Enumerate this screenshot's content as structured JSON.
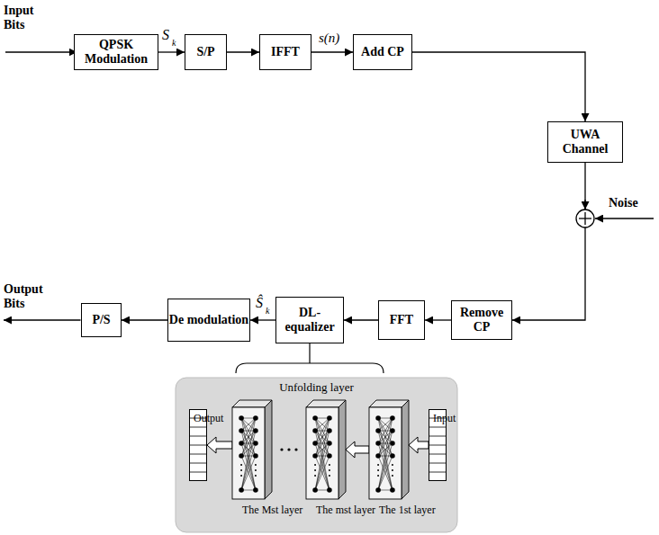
{
  "diagram": {
    "nodes": [
      {
        "text": [
          "QPSK Modulation"
        ]
      },
      {
        "text": [
          "S/P"
        ]
      },
      {
        "text": [
          "IFFT"
        ]
      },
      {
        "text": [
          "Add CP"
        ]
      },
      {
        "text": [
          "UWA Channel"
        ]
      },
      {
        "text": [
          "Remove CP"
        ]
      },
      {
        "text": [
          "FFT"
        ]
      },
      {
        "text": [
          "DL- equalizer"
        ]
      },
      {
        "text": [
          "De modulation"
        ]
      },
      {
        "text": [
          "P/S"
        ]
      },
      {
        "text": [
          "Unfolding layer"
        ]
      },
      {
        "text": [
          "Output"
        ],
        "in": 10
      },
      {
        "text": [
          "The Mst layer"
        ],
        "in": 10
      },
      {
        "text": [
          "The mst layer"
        ],
        "in": 10
      },
      {
        "text": [
          "The 1st layer"
        ],
        "in": 10
      },
      {
        "text": [
          "Input"
        ],
        "in": 10
      }
    ],
    "edges": [
      {
        "from": 0,
        "to": 1,
        "arrow": "to"
      },
      {
        "from": 1,
        "to": 2,
        "arrow": "to"
      },
      {
        "from": 2,
        "to": 3,
        "arrow": "to"
      },
      {
        "from": 3,
        "to": 4,
        "arrow": "to"
      },
      {
        "from": 4,
        "to": 5,
        "arrow": "to"
      },
      {
        "from": 5,
        "to": 6,
        "arrow": "to"
      },
      {
        "from": 6,
        "to": 7,
        "arrow": "to"
      },
      {
        "from": 7,
        "to": 8,
        "arrow": "to"
      },
      {
        "from": 8,
        "to": 9,
        "arrow": "to"
      },
      {
        "from": 15,
        "to": 14,
        "arrow": "to"
      },
      {
        "from": 14,
        "to": 13,
        "arrow": "to"
      },
      {
        "from": 12,
        "to": 11,
        "arrow": "to"
      }
    ],
    "labels": [
      "Input Bits",
      "Output Bits",
      "Noise",
      "S",
      "k",
      "s(n)",
      "Ŝ",
      "k"
    ]
  }
}
